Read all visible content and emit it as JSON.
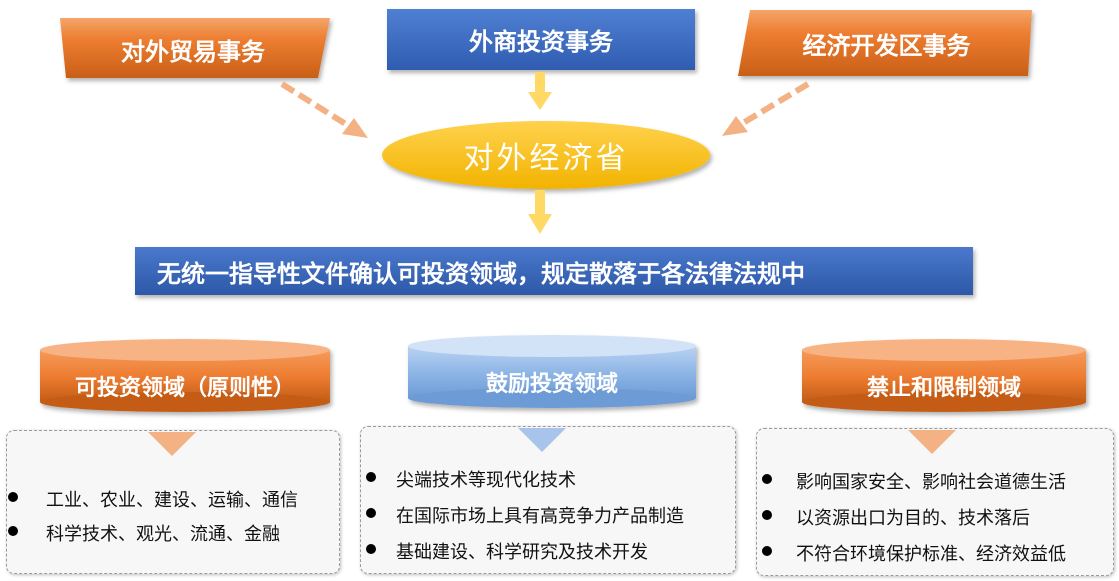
{
  "top": {
    "left_label": "对外贸易事务",
    "center_label": "外商投资事务",
    "right_label": "经济开发区事务"
  },
  "center_ellipse": {
    "label": "对外经济省"
  },
  "banner": {
    "label": "无统一指导性文件确认可投资领域，规定散落于各法律法规中"
  },
  "categories": [
    {
      "label": "可投资领域（原则性）",
      "items": [
        "工业、农业、建设、运输、通信",
        "科学技术、观光、流通、金融"
      ]
    },
    {
      "label": "鼓励投资领域",
      "items": [
        "尖端技术等现代化技术",
        "在国际市场上具有高竞争力产品制造",
        "基础建设、科学研究及技术开发"
      ]
    },
    {
      "label": "禁止和限制领域",
      "items": [
        "影响国家安全、影响社会道德生活",
        "以资源出口为目的、技术落后",
        "不符合环境保护标准、经济效益低"
      ]
    }
  ],
  "colors": {
    "orange": "#ed7d31",
    "blue": "#4472c4",
    "yellow": "#ffc000",
    "arrow_yellow": "#ffd966",
    "arrow_orange": "#f4b183"
  }
}
